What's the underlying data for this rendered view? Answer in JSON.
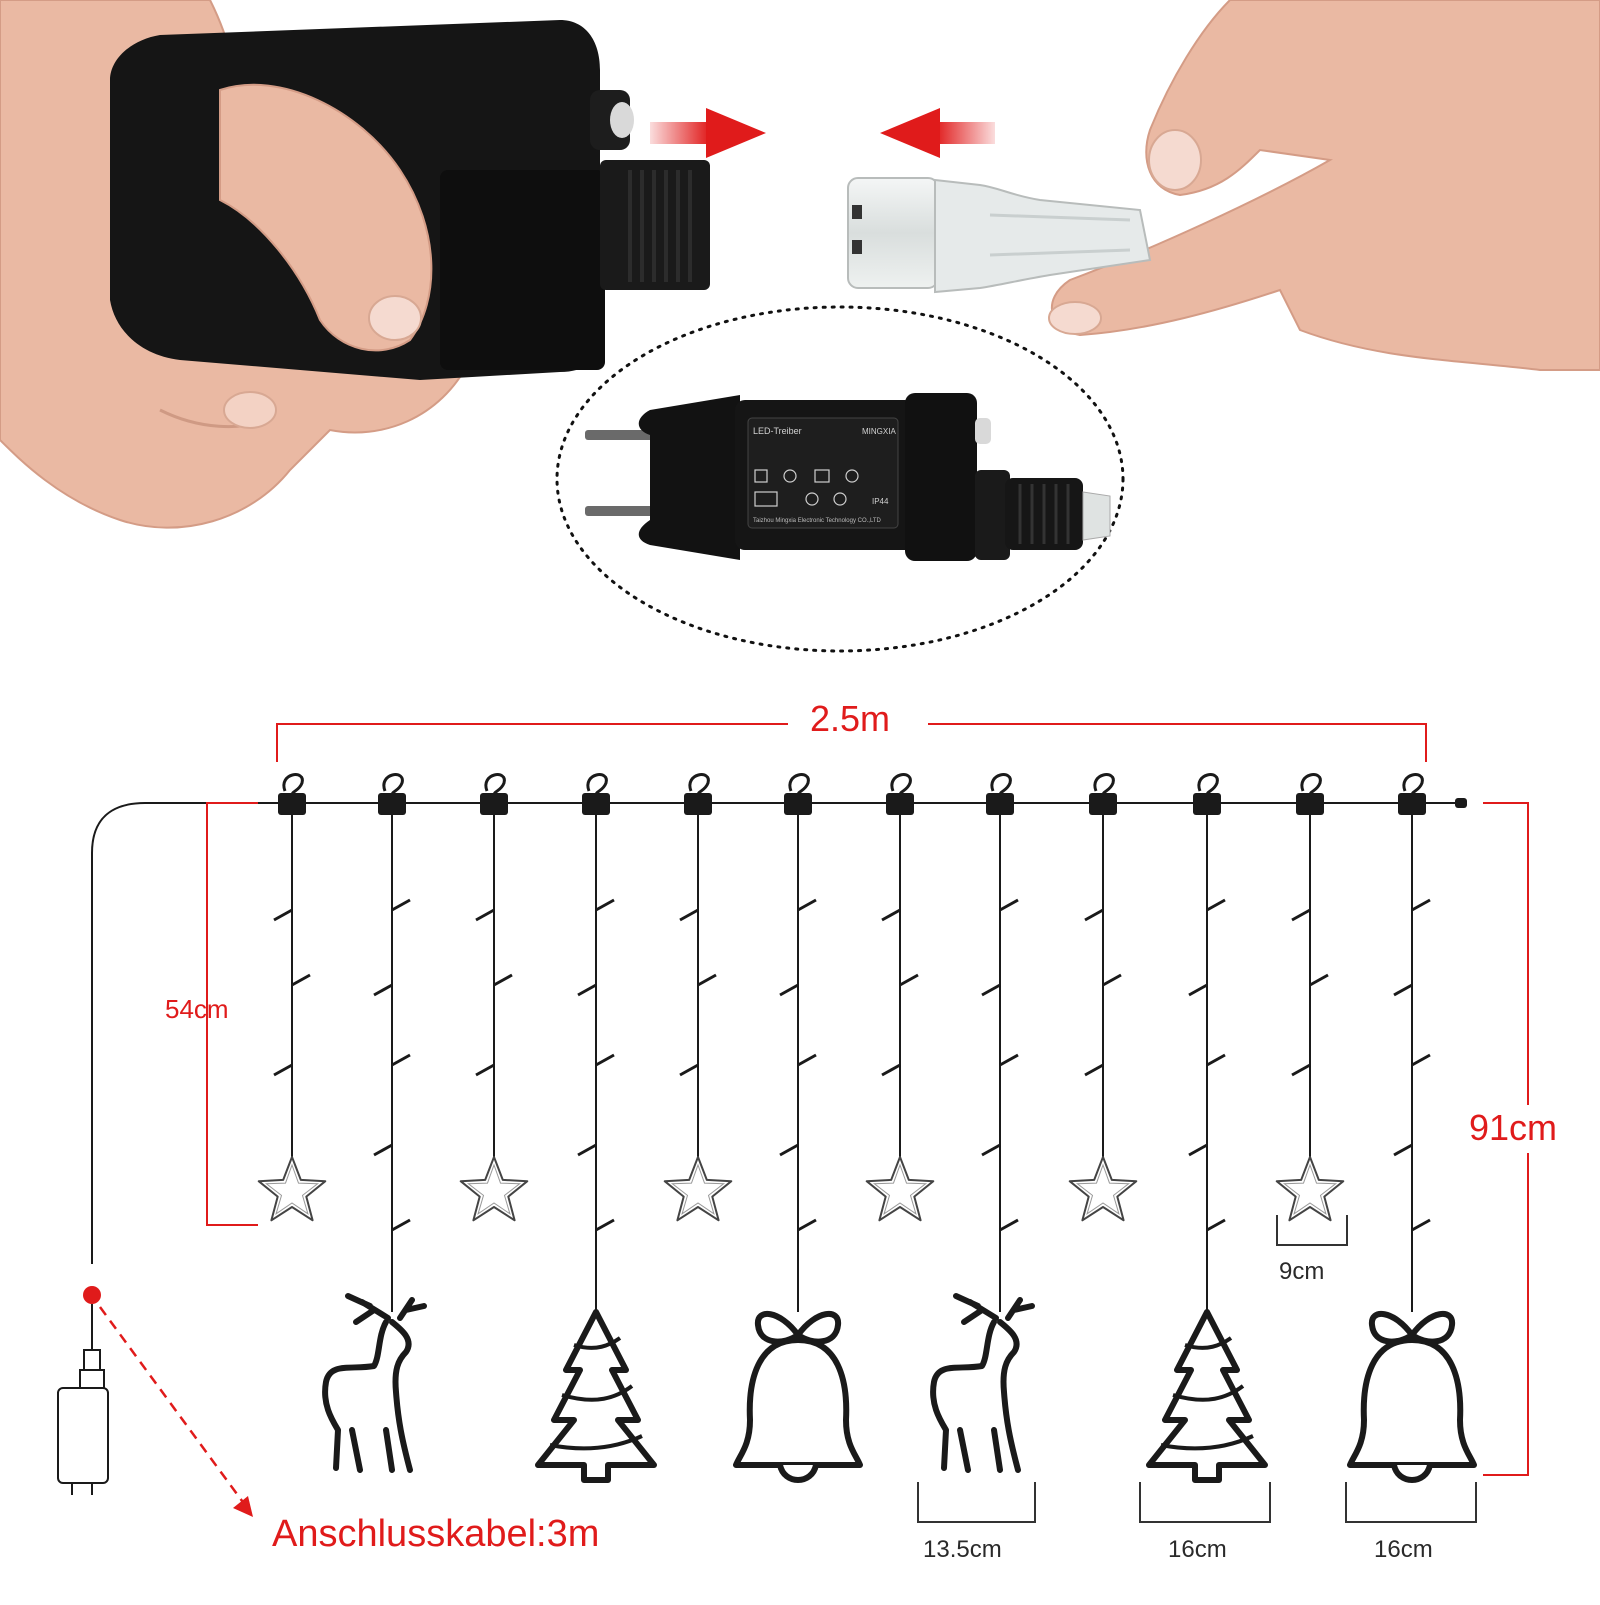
{
  "colors": {
    "accent_red": "#e01b1b",
    "line_dark": "#1a1a1a",
    "adapter_black": "#141414",
    "skin": "#e9b9a4",
    "background": "#ffffff"
  },
  "adapter_label": {
    "title": "LED-Treiber",
    "brand": "MINGXIA",
    "ip": "IP44",
    "manufacturer": "Taizhou Mingxia Electronic Technology CO.,LTD"
  },
  "dimensions": {
    "total_width": "2.5m",
    "total_height": "91cm",
    "strand_length": "54cm",
    "star_width": "9cm",
    "reindeer_width": "13.5cm",
    "tree_width": "16cm",
    "bell_width": "16cm",
    "cable": "Anschlusskabel:3m"
  },
  "strands": {
    "count": 12,
    "pendants": [
      "star",
      "reindeer",
      "star",
      "tree",
      "star",
      "bell",
      "star",
      "reindeer",
      "star",
      "tree",
      "star",
      "bell"
    ]
  },
  "icons": {
    "arrow_right": "arrow-right-icon",
    "arrow_left": "arrow-left-icon",
    "hook": "hook-icon",
    "star": "star-icon",
    "reindeer": "reindeer-icon",
    "tree": "tree-icon",
    "bell": "bell-icon",
    "power_supply": "power-supply-icon"
  }
}
